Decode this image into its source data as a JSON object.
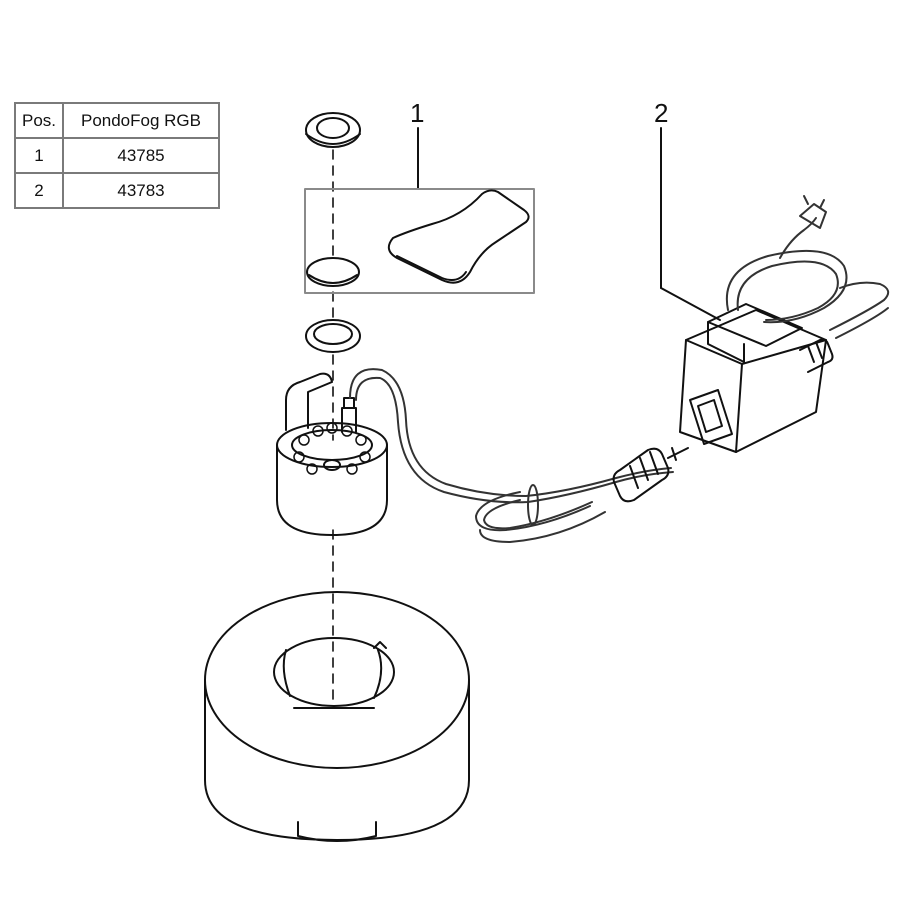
{
  "table": {
    "header": {
      "pos": "Pos.",
      "model": "PondoFog RGB"
    },
    "rows": [
      {
        "pos": "1",
        "article": "43785"
      },
      {
        "pos": "2",
        "article": "43783"
      }
    ]
  },
  "callouts": {
    "one": "1",
    "two": "2"
  },
  "colors": {
    "line": "#111111",
    "frame": "#8a8a8a",
    "cable": "#333333"
  }
}
